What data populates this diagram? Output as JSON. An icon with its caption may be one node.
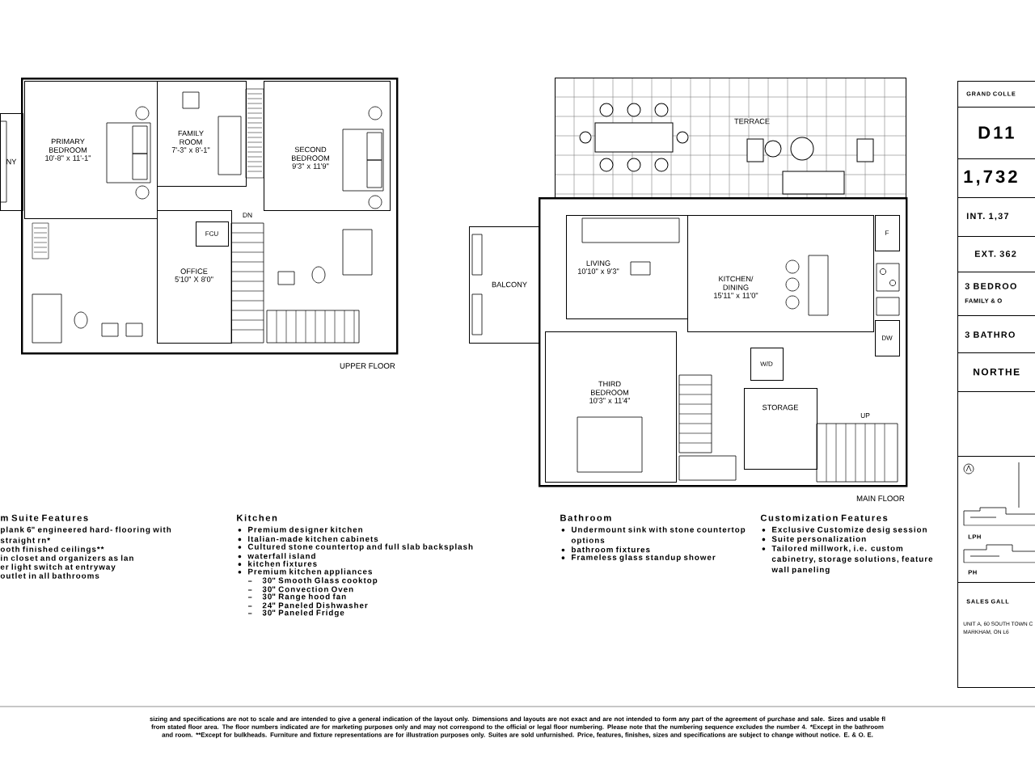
{
  "diagram": {
    "nodes": [
      {
        "text": [
          "UPPER FLOOR"
        ]
      },
      {
        "text": [
          "PRIMARY BEDROOM",
          "10'-8\" x 11'-1\""
        ],
        "in": 0
      },
      {
        "text": [
          "FAMILY ROOM",
          "7'-3\" x 8'-1\""
        ],
        "in": 0
      },
      {
        "text": [
          "SECOND BEDROOM",
          "9'3\" x 11'9\""
        ],
        "in": 0
      },
      {
        "text": [
          "OFFICE",
          "5'10\" X 8'0\""
        ],
        "in": 0
      },
      {
        "text": [
          "FCU"
        ],
        "in": 4
      },
      {
        "text": [
          "NY"
        ]
      },
      {
        "text": [
          "MAIN FLOOR"
        ]
      },
      {
        "text": [
          "TERRACE"
        ]
      },
      {
        "text": [
          "LIVING",
          "10'10\" x 9'3\""
        ],
        "in": 7
      },
      {
        "text": [
          "KITCHEN/ DINING",
          "15'11\" x 11'0\""
        ],
        "in": 7
      },
      {
        "text": [
          "THIRD BEDROOM",
          "10'3\" x 11'4\""
        ],
        "in": 7
      },
      {
        "text": [
          "STORAGE"
        ],
        "in": 7
      },
      {
        "text": [
          "W/D"
        ],
        "in": 7
      },
      {
        "text": [
          "F"
        ],
        "in": 7
      },
      {
        "text": [
          "DW"
        ],
        "in": 7
      },
      {
        "text": [
          "BALCONY"
        ]
      },
      {
        "text": [
          "GRAND COLLE"
        ]
      },
      {
        "text": [
          "D11"
        ]
      },
      {
        "text": [
          "1,732"
        ]
      },
      {
        "text": [
          "INT. 1,37"
        ]
      },
      {
        "text": [
          "EXT. 362"
        ]
      },
      {
        "text": [
          "3 BEDROO",
          "FAMILY & O"
        ]
      },
      {
        "text": [
          "3 BATHRO"
        ]
      },
      {
        "text": [
          "NORTHE"
        ]
      },
      {
        "text": [],
        "shape": "box"
      },
      {
        "text": [
          "LPH",
          "PH"
        ]
      },
      {
        "text": [
          "SALES GALL",
          "UNIT A, 60 SOUTH TOWN C",
          "MARKHAM, ON L6"
        ]
      }
    ],
    "labels": [
      "DN",
      "UP",
      "m Suite Features",
      "plank 6\" engineered hard- flooring with straight rn*",
      "ooth finished ceilings**",
      "in closet and organizers as lan",
      "er light switch at entryway",
      "outlet in all bathrooms",
      "Kitchen",
      "Premium designer kitchen",
      "Italian-made kitchen cabinets",
      "Cultured stone countertop and full slab backsplash",
      "waterfall island",
      "kitchen fixtures",
      "Premium kitchen appliances",
      "30\" Smooth Glass cooktop",
      "30\" Convection Oven",
      "30\" Range hood fan",
      "24\" Paneled Dishwasher",
      "30\" Paneled Fridge",
      "Bathroom",
      "Undermount sink with stone countertop options",
      "bathroom fixtures",
      "Frameless glass standup shower",
      "Customization Features",
      "Exclusive Customize desig session",
      "Suite personalization",
      "Tailored millwork, i.e. custom cabinetry, storage solutions, feature wall paneling",
      "sizing and specifications are not to scale and are intended to give a general indication of the layout only. Dimensions and layouts are not exact and are not intended to form any part of the agreement of purchase and sale. Sizes and usable fl from stated floor area. The floor numbers indicated are for marketing purposes only and may not correspond to the official or legal floor numbering. Please note that the numbering sequence excludes the number 4. *Except in the bathroom and room. **Except for bulkheads. Furniture and fixture representations are for illustration purposes only. Suites are sold unfurnished. Price, features, finishes, sizes and specifications are subject to change without notice. E. & O. E."
    ]
  }
}
